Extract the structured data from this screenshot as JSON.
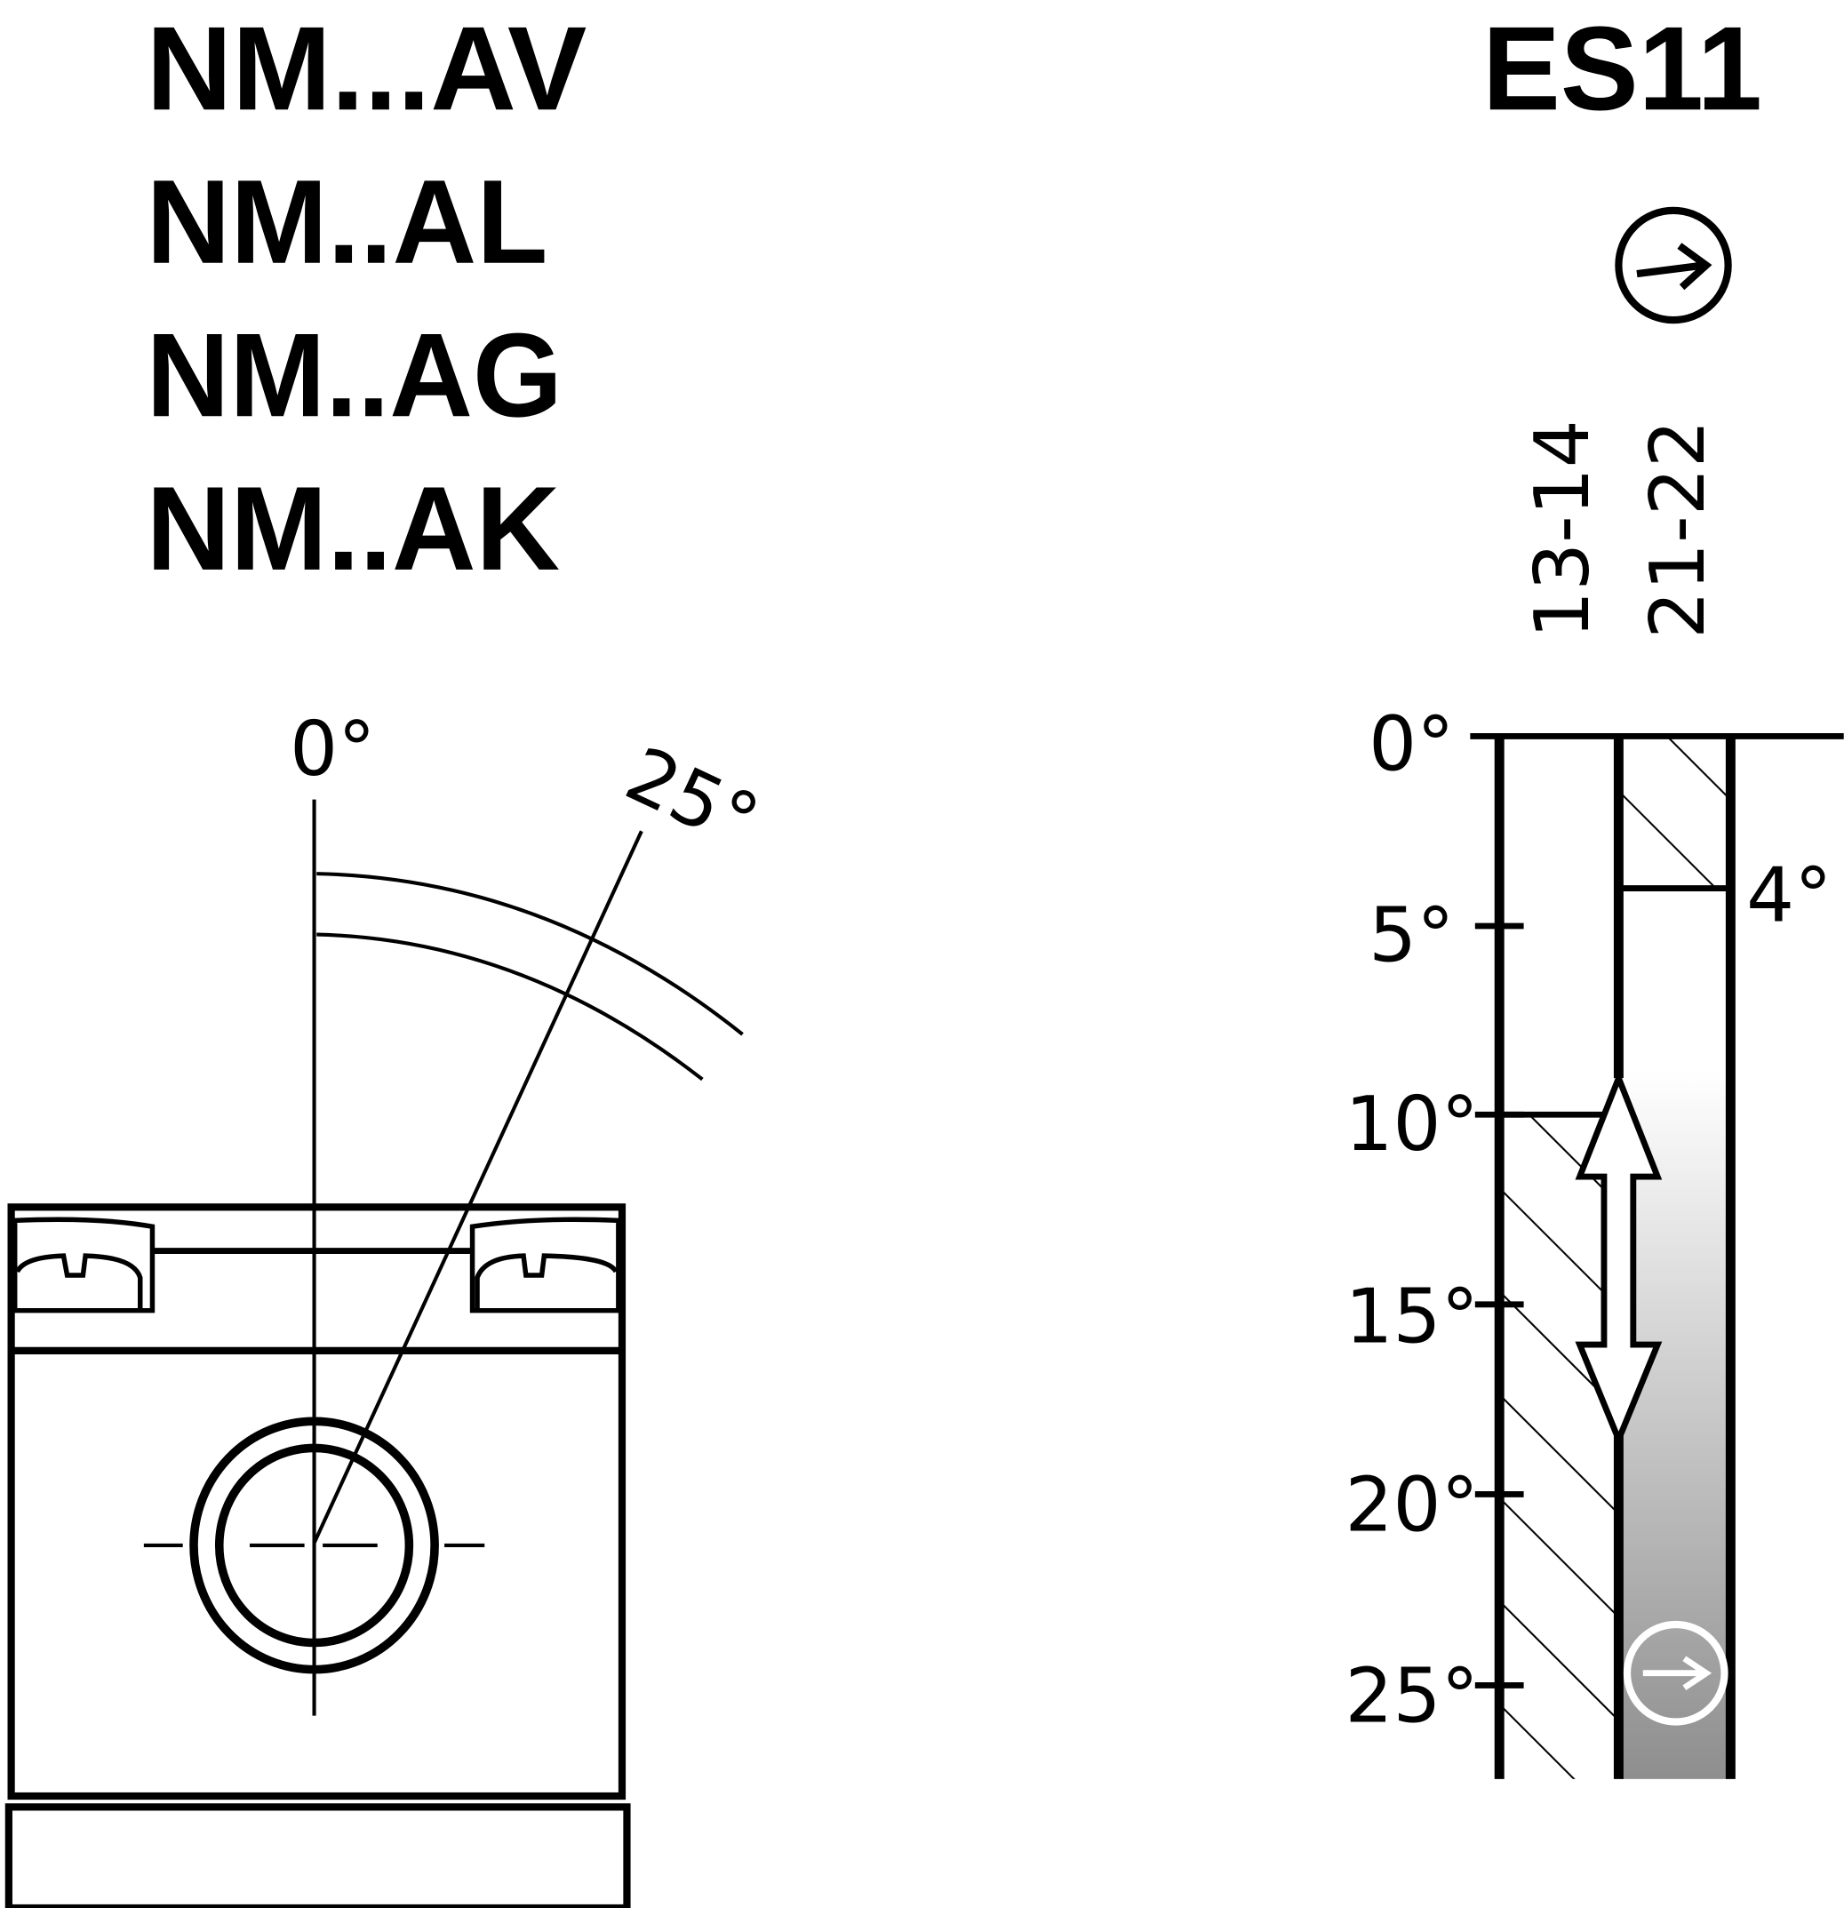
{
  "titles": [
    "NM...AV",
    "NM..AL",
    "NM..AG",
    "NM..AK"
  ],
  "switch_name": "ES11",
  "icons": {
    "header": "circle-arrow-right-icon",
    "marker": "circle-arrow-right-icon"
  },
  "contacts": [
    "13-14",
    "21-22"
  ],
  "angle_drawing": {
    "zero_label": "0°",
    "travel_label": "25°"
  },
  "scale_labels": [
    "0°",
    "5°",
    "10°",
    "15°",
    "20°",
    "25°"
  ],
  "contact_21_22_open_label": "4°",
  "colors": {
    "line": "#000000",
    "gradient_start": "#ffffff",
    "gradient_end": "#8e8e8e"
  }
}
